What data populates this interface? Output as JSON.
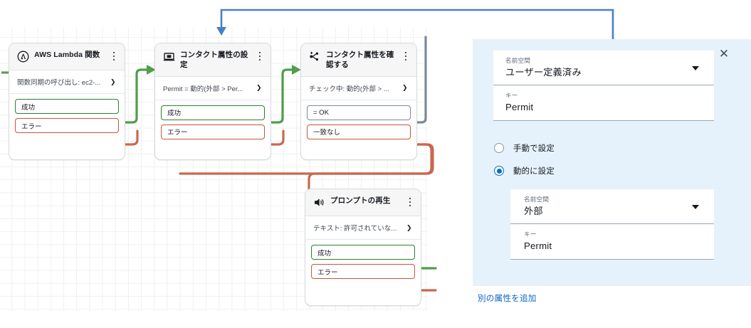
{
  "canvas": {
    "nodes": [
      {
        "id": "lambda",
        "icon": "aws-lambda-icon",
        "title": "AWS Lambda 関数",
        "subtitle": "関数同期の呼び出し: ec2-...",
        "ports": [
          {
            "label": "成功",
            "kind": "success"
          },
          {
            "label": "エラー",
            "kind": "error"
          }
        ]
      },
      {
        "id": "set-attributes",
        "icon": "set-contact-attributes-icon",
        "title": "コンタクト属性の設定",
        "subtitle": "Permit = 動的(外部 > Per...",
        "ports": [
          {
            "label": "成功",
            "kind": "success"
          },
          {
            "label": "エラー",
            "kind": "error"
          }
        ]
      },
      {
        "id": "check-attributes",
        "icon": "check-contact-attributes-icon",
        "title": "コンタクト属性を確認する",
        "subtitle": "チェック中: 動的(外部 > ...",
        "ports": [
          {
            "label": "= OK",
            "kind": "ok"
          },
          {
            "label": "一致なし",
            "kind": "error"
          }
        ]
      },
      {
        "id": "play-prompt",
        "icon": "speaker-icon",
        "title": "プロンプトの再生",
        "subtitle": "テキスト: 許可されていな...",
        "ports": [
          {
            "label": "成功",
            "kind": "success"
          },
          {
            "label": "エラー",
            "kind": "error"
          }
        ]
      }
    ]
  },
  "panel": {
    "close_label": "✕",
    "namespace_outer": {
      "label": "名前空間",
      "value": "ユーザー定義済み"
    },
    "key_outer": {
      "label": "キー",
      "value": "Permit"
    },
    "radios": [
      {
        "label": "手動で設定",
        "checked": false
      },
      {
        "label": "動的に設定",
        "checked": true
      }
    ],
    "namespace_inner": {
      "label": "名前空間",
      "value": "外部"
    },
    "key_inner": {
      "label": "キー",
      "value": "Permit"
    },
    "add_attribute_link": "別の属性を追加"
  },
  "colors": {
    "success": "#2e7d32",
    "error": "#c9543c",
    "ok": "#7d8998",
    "callout": "#4a7ec9",
    "panel_bg": "#e6f2fb",
    "accent": "#0073bb",
    "link": "#0a66c2"
  }
}
